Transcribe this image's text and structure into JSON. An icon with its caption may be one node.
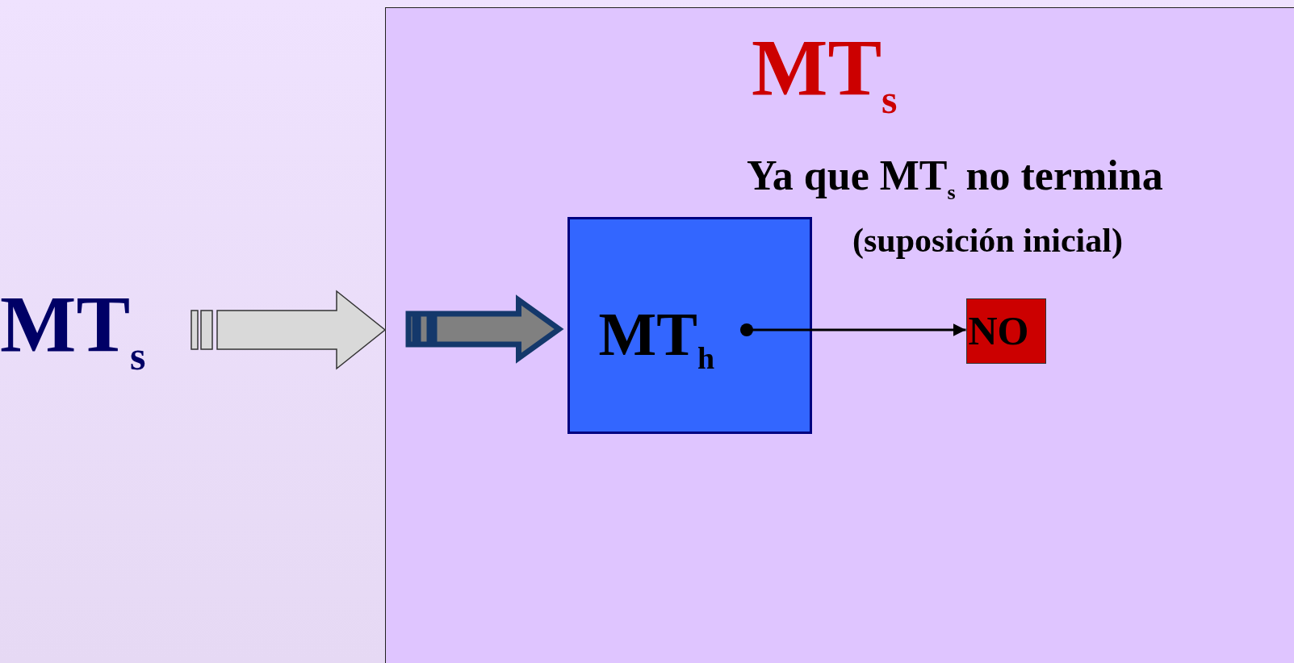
{
  "diagram": {
    "nodes": [
      {
        "text": [
          "MT$_{s}$"
        ]
      },
      {
        "text": [
          "MT$_{s}$"
        ]
      },
      {
        "text": [
          "MT$_{h}$"
        ],
        "in": 1
      },
      {
        "text": [
          "NO"
        ],
        "in": 1
      }
    ],
    "edges": [
      {
        "from": 0,
        "to": 1,
        "arrow": "to",
        "style": "thick",
        "color": "#d9d9d9"
      },
      {
        "from": null,
        "to": 2,
        "arrow": "to",
        "style": "thick",
        "color": "#808080"
      },
      {
        "from": 2,
        "to": 3,
        "arrow": "to"
      }
    ],
    "labels": [
      "Ya que MT$_{s}$  no termina",
      "(suposición inicial)"
    ]
  }
}
